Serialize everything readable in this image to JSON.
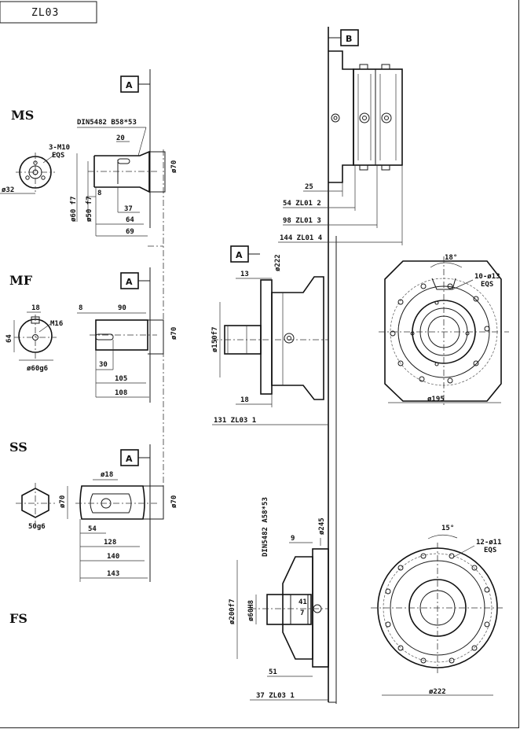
{
  "drawing_code": "ZL03",
  "variants": {
    "ms": "MS",
    "mf": "MF",
    "ss": "SS",
    "fs": "FS"
  },
  "ref_marks": {
    "a": "A",
    "b": "B"
  },
  "ms": {
    "spline": "DIN5482 B58*53",
    "thread": "3-M10",
    "eqs": "EQS",
    "d_pcd": "ø32",
    "d_flange": "ø70",
    "d_pilot": "ø60 f7",
    "d_shaft": "ø50 f7",
    "l_20": "20",
    "l_8": "8",
    "l_37": "37",
    "l_64": "64",
    "l_69": "69"
  },
  "mf": {
    "key_w": "18",
    "thread": "M16",
    "height": "64",
    "d_shaft": "ø60g6",
    "l_8": "8",
    "l_90": "90",
    "l_30": "30",
    "l_105": "105",
    "l_108": "108",
    "d_flange": "ø70"
  },
  "ss": {
    "d_hole": "ø18",
    "d_shaft": "ø70",
    "d_flange": "ø70",
    "hex": "50g6",
    "l_54": "54",
    "l_128": "128",
    "l_140": "140",
    "l_143": "143"
  },
  "housing": {
    "l_25": "25",
    "zl01_2": "54  ZL01 2",
    "zl01_3": "98  ZL01 3",
    "zl01_4": "144  ZL01 4",
    "d_222": "ø222",
    "l_13": "13",
    "d_150": "ø150f7",
    "l_18": "18",
    "zl03_1": "131  ZL03 1"
  },
  "flange_view_mf": {
    "angle": "18°",
    "holes": "10-ø13",
    "eqs": "EQS",
    "d_pcd": "ø195"
  },
  "fs": {
    "spline": "DIN5482 A58*53",
    "d_245": "ø245",
    "l_9": "9",
    "d_200": "ø200f7",
    "d_60": "ø60H8",
    "l_41": "41",
    "l_7": "7",
    "l_51": "51",
    "zl03_1": "37  ZL03 1"
  },
  "flange_view_fs": {
    "angle": "15°",
    "holes": "12-ø11",
    "eqs": "EQS",
    "d_pcd": "ø222"
  }
}
